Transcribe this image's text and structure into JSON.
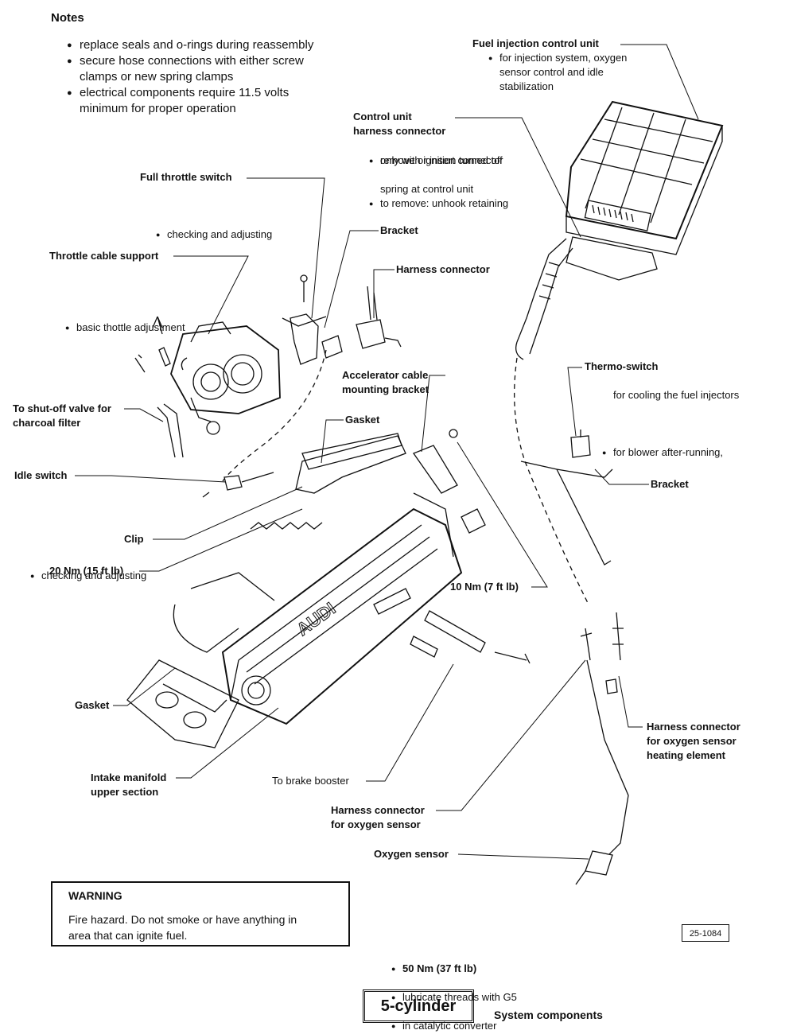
{
  "notes": {
    "title": "Notes",
    "items": [
      "replace seals and o-rings during reassembly",
      "secure hose connections with either screw",
      "clamps or new spring clamps",
      "electrical components require 11.5 volts",
      "minimum for proper operation"
    ]
  },
  "labels": {
    "ecu": {
      "title": "Fuel injection control unit",
      "bullet": "for injection system, oxygen",
      "line2": "sensor control and idle",
      "line3": "stabilization"
    },
    "harness_main": {
      "title1": "Control unit",
      "title2": "harness connector",
      "b1": "remove or insert connector",
      "b1b": "only with ignition turned off",
      "b2": "to remove: unhook retaining",
      "b2b": "spring at control unit"
    },
    "full_throttle": {
      "title": "Full throttle switch",
      "bullet": "checking and adjusting"
    },
    "bracket_top": "Bracket",
    "harness_connector": "Harness connector",
    "throttle_support": {
      "title": "Throttle cable support",
      "bullet": "basic thottle adjustment"
    },
    "shutoff": {
      "line1": "To shut-off valve for",
      "line2": "charcoal filter"
    },
    "accel_bracket": {
      "line1": "Accelerator cable",
      "line2": "mounting bracket"
    },
    "gasket_top": "Gasket",
    "thermo": {
      "title": "Thermo-switch",
      "bullet": "for blower after-running,",
      "line2": "for cooling the fuel injectors"
    },
    "idle_switch": {
      "title": "Idle switch",
      "bullet": "checking and adjusting"
    },
    "bracket_right": "Bracket",
    "clip": "Clip",
    "torque_20": "20 Nm (15 ft lb)",
    "torque_10": "10 Nm (7 ft lb)",
    "gasket_bottom": "Gasket",
    "o2_heater": {
      "line1": "Harness connector",
      "line2": "for oxygen sensor",
      "line3": "heating element"
    },
    "intake": {
      "line1": "Intake manifold",
      "line2": "upper section"
    },
    "brake_booster": "To brake booster",
    "o2_harness": {
      "line1": "Harness connector",
      "line2": "for oxygen sensor"
    },
    "o2_sensor": {
      "title": "Oxygen sensor",
      "b1": "50 Nm (37 ft lb)",
      "b2": "lubricate threads with G5",
      "b3": "in catalytic converter"
    },
    "manifold_logo": "AUDI"
  },
  "warning": {
    "title": "WARNING",
    "line1": "Fire hazard. Do not smoke or have anything in",
    "line2": "area that can ignite fuel."
  },
  "figure_ref": "25-1084",
  "variant": "5-cylinder",
  "footer_title": "System components"
}
